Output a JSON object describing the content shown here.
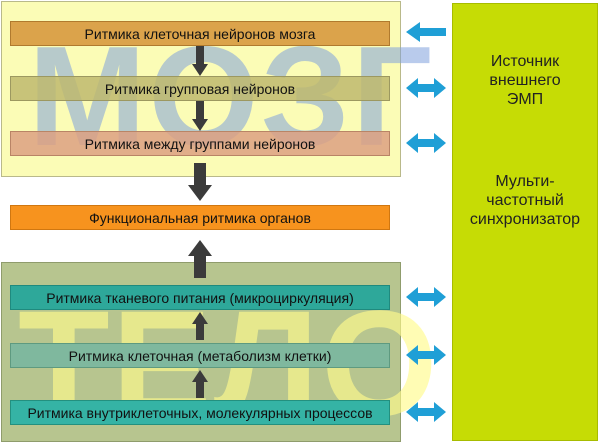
{
  "brain": {
    "watermark": "МОЗГ",
    "boxes": [
      "Ритмика клеточная нейронов мозга",
      "Ритмика групповая нейронов",
      "Ритмика между группами нейронов"
    ]
  },
  "center": {
    "label": "Функциональная ритмика органов"
  },
  "body": {
    "watermark": "ТЕЛО",
    "boxes": [
      "Ритмика тканевого питания (микроциркуляция)",
      "Ритмика клеточная (метаболизм клетки)",
      "Ритмика внутриклеточных, молекулярных процессов"
    ]
  },
  "right": {
    "source": [
      "Источник",
      "внешнего",
      "ЭМП"
    ],
    "synchronizer": [
      "Мульти-",
      "частотный",
      "синхронизатор"
    ]
  },
  "colors": {
    "dark_arrow": "#3b3b3b",
    "blue_arrow": "#1f9fd6",
    "right_panel": "#c6dc05"
  }
}
